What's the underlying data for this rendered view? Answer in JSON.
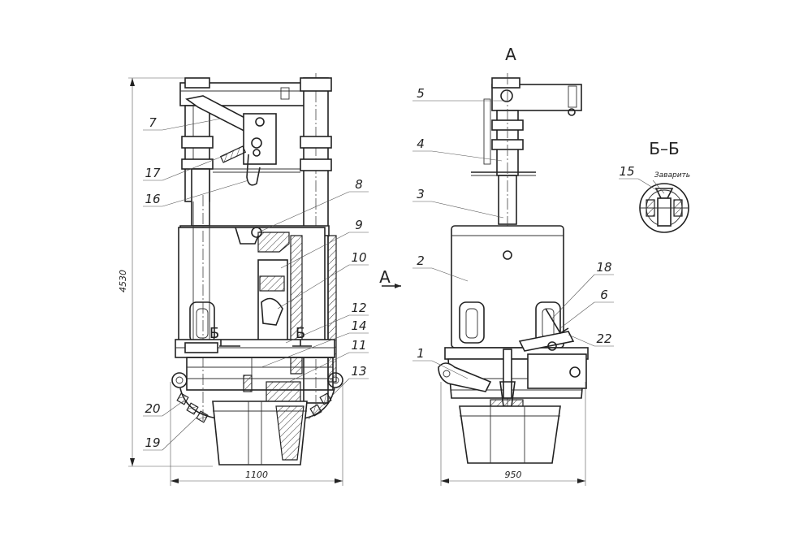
{
  "view_labels": {
    "view_a": "А",
    "arrow_a": "А",
    "section_bb": "Б–Б",
    "cut_left": "Б",
    "cut_right": "Б"
  },
  "dimensions": {
    "height": "4530",
    "width_left": "1100",
    "width_right": "950"
  },
  "note": "Заварить",
  "callouts": [
    "1",
    "2",
    "3",
    "4",
    "5",
    "6",
    "7",
    "8",
    "9",
    "10",
    "11",
    "12",
    "13",
    "14",
    "15",
    "16",
    "17",
    "18",
    "19",
    "20",
    "22"
  ]
}
